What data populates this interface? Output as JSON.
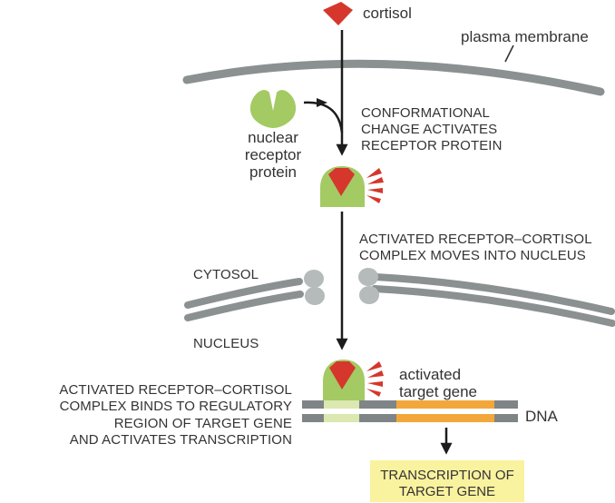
{
  "diagram": {
    "cortisol_label": "cortisol",
    "plasma_membrane_label": "plasma membrane",
    "receptor_label": [
      "nuclear",
      "receptor",
      "protein"
    ],
    "step1_caption": [
      "CONFORMATIONAL",
      "CHANGE ACTIVATES",
      "RECEPTOR PROTEIN"
    ],
    "step2_caption": [
      "ACTIVATED RECEPTOR–CORTISOL",
      "COMPLEX MOVES INTO NUCLEUS"
    ],
    "cytosol_label": "CYTOSOL",
    "nucleus_label": "NUCLEUS",
    "step3_caption": [
      "ACTIVATED RECEPTOR–CORTISOL",
      "COMPLEX BINDS TO REGULATORY",
      "REGION OF TARGET GENE",
      "AND ACTIVATES TRANSCRIPTION"
    ],
    "target_gene_label": [
      "activated",
      "target gene"
    ],
    "dna_label": "DNA",
    "result_box": [
      "TRANSCRIPTION OF",
      "TARGET GENE"
    ]
  },
  "colors": {
    "red": "#d5372c",
    "green": "#a4ca63",
    "light_green": "#dbe8b0",
    "membrane_gray": "#8b9091",
    "dna_gray": "#7f8586",
    "pore_gray": "#b5bbba",
    "orange": "#f3a73a",
    "yellow_box": "#f9f29f",
    "text": "#353233",
    "arrow_black": "#1e1b1c"
  }
}
